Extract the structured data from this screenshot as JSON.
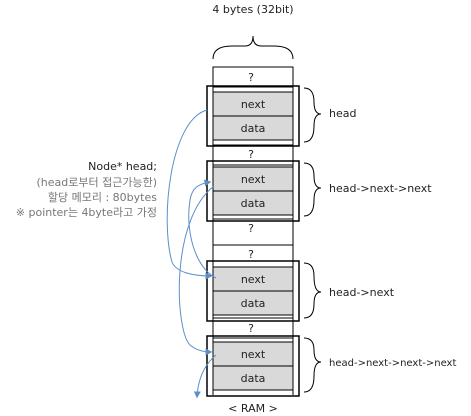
{
  "title": "4 bytes (32bit)",
  "ram_label": "< RAM >",
  "unknown_mark": "?",
  "cell_next": "next",
  "cell_data": "data",
  "colors": {
    "cell_fill": "#d9d9d9",
    "border": "#000000",
    "arrow": "#5b8fc9",
    "muted_text": "#777777"
  },
  "note": {
    "line1": "Node* head;",
    "line2": "(head로부터 접근가능한)",
    "line3": "할당 메모리 : 80bytes",
    "line4": "※ pointer는 4byte라고 가정"
  },
  "labels": {
    "node1": "head",
    "node2": "head->next->next",
    "node3": "head->next",
    "node4": "head->next->next->next"
  }
}
